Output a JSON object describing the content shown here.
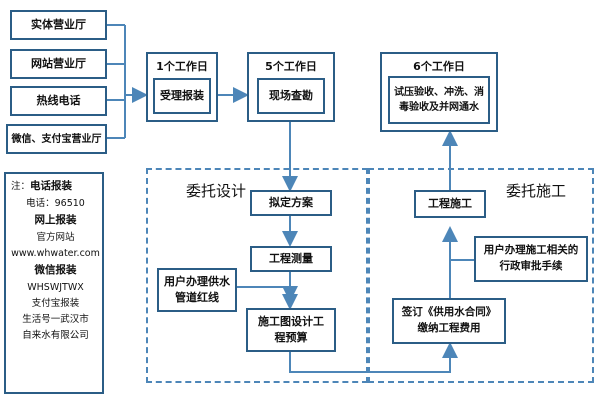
{
  "channels": [
    "实体营业厅",
    "网站营业厅",
    "热线电话",
    "微信、支付宝营业厅"
  ],
  "stage1": {
    "days": "1个工作日",
    "label": "受理报装"
  },
  "stage2": {
    "days": "5个工作日",
    "label": "现场查勘"
  },
  "stage3": {
    "days": "6个工作日",
    "label": "试压验收、冲洗、消毒验收及并网通水"
  },
  "design": {
    "title": "委托设计",
    "steps": [
      "拟定方案",
      "工程测量",
      "施工图设计工程预算"
    ],
    "side": "用户办理供水管道红线"
  },
  "construction": {
    "title": "委托施工",
    "steps": [
      "工程施工"
    ],
    "side": "用户办理施工相关的行政审批手续",
    "contract": "签订《供用水合同》缴纳工程费用"
  },
  "note": {
    "head": "注：",
    "phone_title": "电话报装",
    "phone_value": "电话：96510",
    "web_title": "网上报装",
    "web_label": "官方网站",
    "web_url": "www.whwater.com",
    "wechat_title": "微信报装",
    "wechat_id": "WHSWJTWX",
    "alipay_text": "支付宝报装",
    "alipay_org_1": "生活号一武汉市",
    "alipay_org_2": "自来水有限公司"
  },
  "colors": {
    "border": "#2b5d86",
    "line": "#4d86b8"
  }
}
